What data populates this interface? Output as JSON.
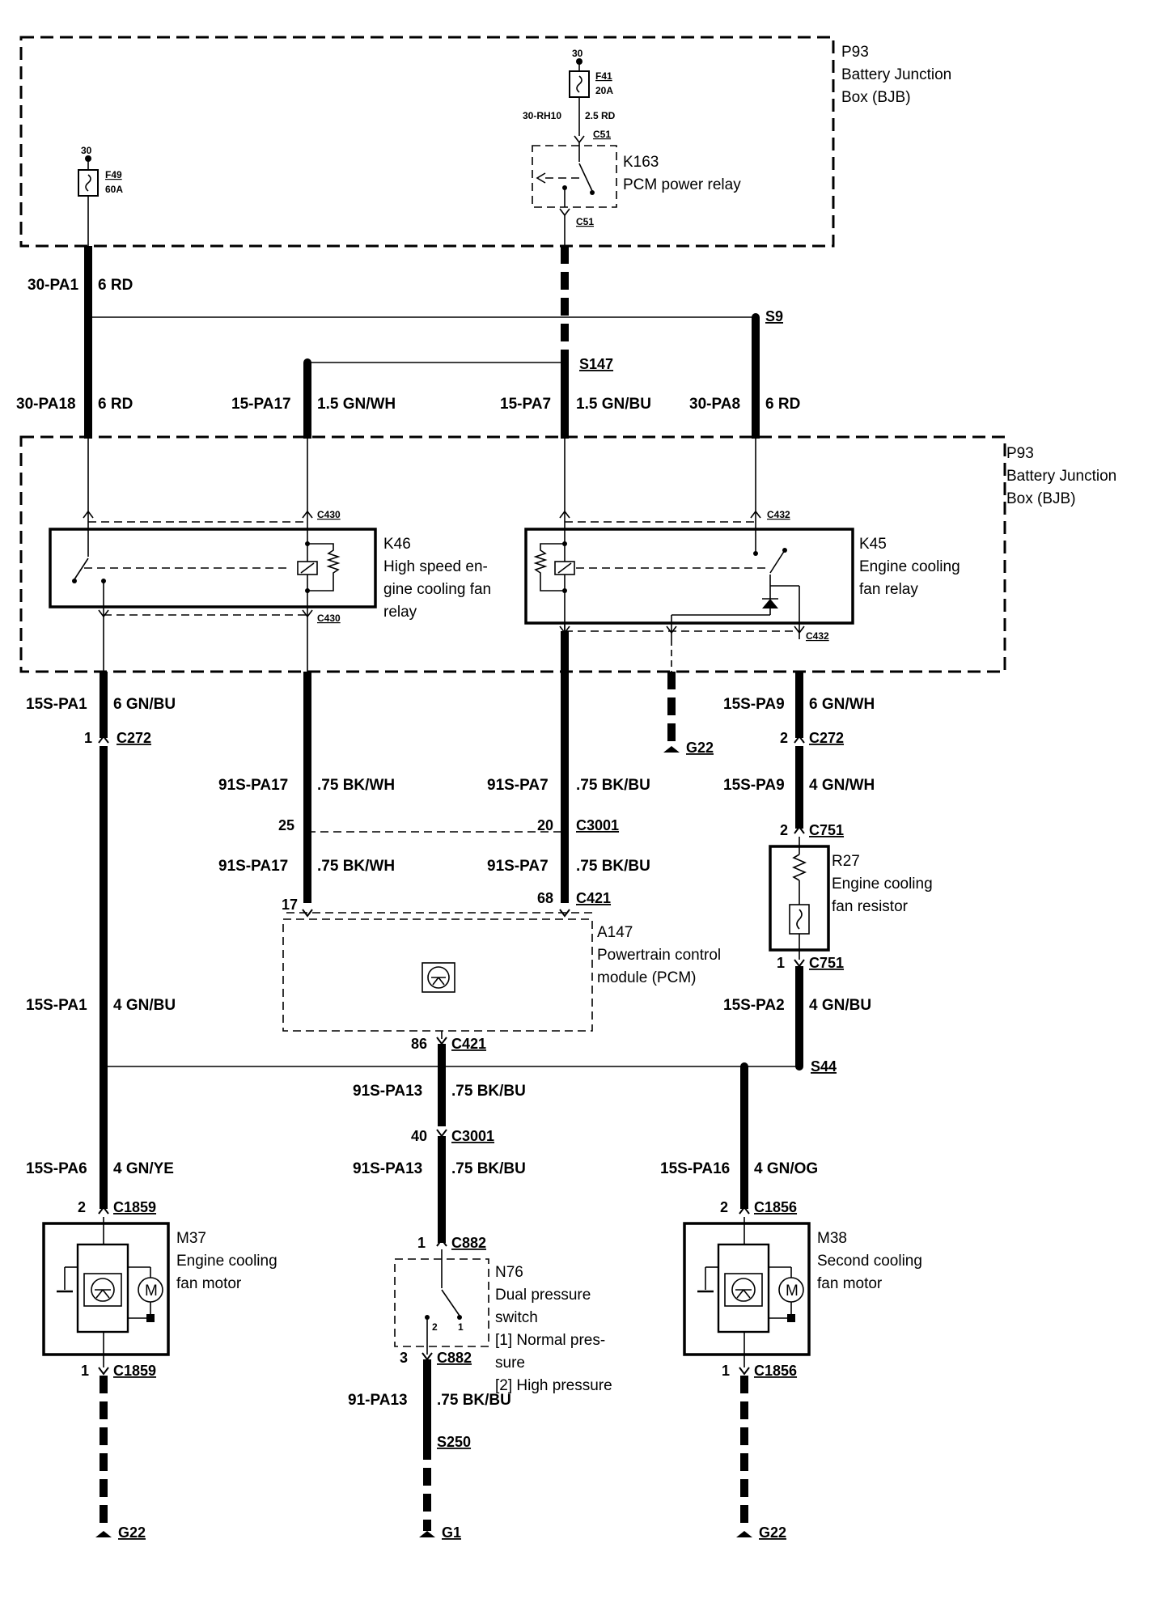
{
  "junction_box_top": {
    "id": "P93",
    "line1": "Battery Junction",
    "line2": "Box (BJB)"
  },
  "junction_box_mid": {
    "id": "P93",
    "line1": "Battery Junction",
    "line2": "Box (BJB)"
  },
  "fuses": {
    "f41": {
      "supply": "30",
      "name": "F41",
      "rating": "20A",
      "wire_left": "30-RH10",
      "wire_right": "2.5 RD"
    },
    "f49": {
      "supply": "30",
      "name": "F49",
      "rating": "60A"
    }
  },
  "k163": {
    "id": "K163",
    "name": "PCM power relay",
    "conn_top": "C51",
    "conn_bottom": "C51"
  },
  "k46": {
    "id": "K46",
    "line1": "High speed en-",
    "line2": "gine cooling fan",
    "line3": "relay",
    "conn_top": "C430",
    "conn_bottom": "C430"
  },
  "k45": {
    "id": "K45",
    "line1": "Engine cooling",
    "line2": "fan relay",
    "conn_top": "C432",
    "conn_bottom": "C432"
  },
  "splices": {
    "s9": "S9",
    "s147": "S147",
    "s44": "S44",
    "s250": "S250"
  },
  "wires": {
    "w30_pa1": {
      "code": "30-PA1",
      "spec": "6 RD"
    },
    "w30_pa18": {
      "code": "30-PA18",
      "spec": "6 RD"
    },
    "w15_pa17": {
      "code": "15-PA17",
      "spec": "1.5 GN/WH"
    },
    "w15_pa7": {
      "code": "15-PA7",
      "spec": "1.5 GN/BU"
    },
    "w30_pa8": {
      "code": "30-PA8",
      "spec": "6 RD"
    },
    "w15s_pa1_top": {
      "code": "15S-PA1",
      "spec": "6 GN/BU"
    },
    "w15s_pa9_top": {
      "code": "15S-PA9",
      "spec": "6 GN/WH"
    },
    "w91s_pa17_a": {
      "code": "91S-PA17",
      "spec": ".75 BK/WH"
    },
    "w91s_pa7_a": {
      "code": "91S-PA7",
      "spec": ".75 BK/BU"
    },
    "w15s_pa9_mid": {
      "code": "15S-PA9",
      "spec": "4 GN/WH"
    },
    "w91s_pa17_b": {
      "code": "91S-PA17",
      "spec": ".75 BK/WH"
    },
    "w91s_pa7_b": {
      "code": "91S-PA7",
      "spec": ".75 BK/BU"
    },
    "w15s_pa1_mid": {
      "code": "15S-PA1",
      "spec": "4 GN/BU"
    },
    "w15s_pa2": {
      "code": "15S-PA2",
      "spec": "4 GN/BU"
    },
    "w91s_pa13_a": {
      "code": "91S-PA13",
      "spec": ".75 BK/BU"
    },
    "w15s_pa6": {
      "code": "15S-PA6",
      "spec": "4 GN/YE"
    },
    "w91s_pa13_b": {
      "code": "91S-PA13",
      "spec": ".75 BK/BU"
    },
    "w15s_pa16": {
      "code": "15S-PA16",
      "spec": "4 GN/OG"
    },
    "w91_pa13": {
      "code": "91-PA13",
      "spec": ".75 BK/BU"
    }
  },
  "connectors": {
    "c272_l": {
      "pin": "1",
      "name": "C272"
    },
    "c272_r": {
      "pin": "2",
      "name": "C272"
    },
    "c3001_a": {
      "pin_left": "25",
      "pin_right": "20",
      "name": "C3001"
    },
    "c751_top": {
      "pin": "2",
      "name": "C751"
    },
    "c421_a": {
      "pin_left": "17",
      "pin_right": "68",
      "name": "C421"
    },
    "c751_bot": {
      "pin": "1",
      "name": "C751"
    },
    "c421_b": {
      "pin": "86",
      "name": "C421"
    },
    "c3001_b": {
      "pin": "40",
      "name": "C3001"
    },
    "c1859_top": {
      "pin": "2",
      "name": "C1859"
    },
    "c882_top": {
      "pin": "1",
      "name": "C882"
    },
    "c1856_top": {
      "pin": "2",
      "name": "C1856"
    },
    "c1859_bot": {
      "pin": "1",
      "name": "C1859"
    },
    "c882_bot": {
      "pin": "3",
      "name": "C882"
    },
    "c1856_bot": {
      "pin": "1",
      "name": "C1856"
    }
  },
  "grounds": {
    "g22_mid": "G22",
    "g22_left": "G22",
    "g1": "G1",
    "g22_right": "G22"
  },
  "r27": {
    "id": "R27",
    "line1": "Engine cooling",
    "line2": "fan resistor"
  },
  "a147": {
    "id": "A147",
    "line1": "Powertrain control",
    "line2": "module (PCM)"
  },
  "m37": {
    "id": "M37",
    "line1": "Engine cooling",
    "line2": "fan motor",
    "motor_symbol": "M"
  },
  "m38": {
    "id": "M38",
    "line1": "Second cooling",
    "line2": "fan motor",
    "motor_symbol": "M"
  },
  "n76": {
    "id": "N76",
    "line1": "Dual pressure",
    "line2": "switch",
    "line3": "[1] Normal pres-",
    "line4": "sure",
    "line5": "[2] High pressure",
    "contact1": "1",
    "contact2": "2"
  }
}
